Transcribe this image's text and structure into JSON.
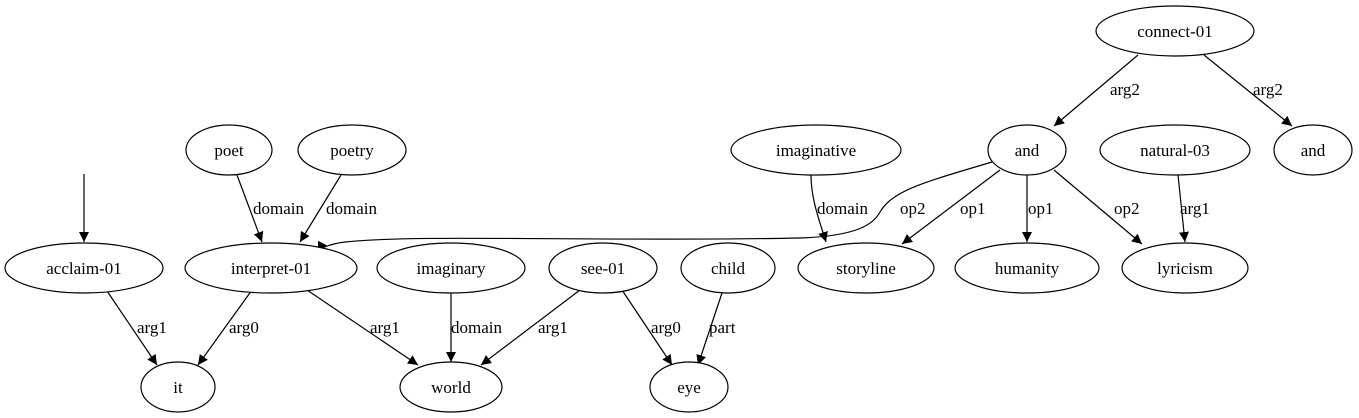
{
  "nodes": {
    "connect": "connect-01",
    "and_top": "and",
    "and_right": "and",
    "poet": "poet",
    "poetry": "poetry",
    "imaginative": "imaginative",
    "natural": "natural-03",
    "acclaim": "acclaim-01",
    "interpret": "interpret-01",
    "imaginary": "imaginary",
    "see": "see-01",
    "child": "child",
    "storyline": "storyline",
    "humanity": "humanity",
    "lyricism": "lyricism",
    "it": "it",
    "world": "world",
    "eye": "eye"
  },
  "edges": {
    "connect_and_top": "arg2",
    "connect_and_right": "arg2",
    "poet_interpret": "domain",
    "poetry_interpret": "domain",
    "imaginative_storyline": "domain",
    "and_interpret": "op2",
    "and_storyline": "op1",
    "and_humanity": "op1",
    "and_lyricism": "op2",
    "natural_lyricism": "arg1",
    "acclaim_it": "arg1",
    "interpret_it": "arg0",
    "interpret_world": "arg1",
    "imaginary_world": "domain",
    "see_world": "arg1",
    "see_eye": "arg0",
    "child_eye": "part"
  }
}
